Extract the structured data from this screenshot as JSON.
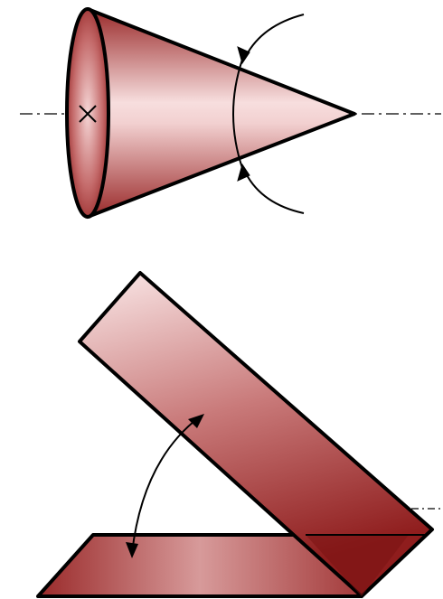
{
  "figure": {
    "panels": [
      {
        "name": "cone",
        "parts": [
          "cone-body",
          "cone-base-ellipse",
          "center-axis-dashdot",
          "apex-angle-arc",
          "upper-arrow",
          "lower-arrow",
          "base-center-cross"
        ]
      },
      {
        "name": "angled-plates",
        "parts": [
          "inclined-plate",
          "base-plate",
          "overlap-region",
          "angle-arc-double-arrow",
          "reference-dashdot-line"
        ]
      }
    ],
    "colors": {
      "fill_dark": "#8f1d1d",
      "fill_mid": "#c46a6a",
      "fill_light": "#fbe9e9",
      "outline": "#000000",
      "overlap": "#7a1212"
    }
  }
}
